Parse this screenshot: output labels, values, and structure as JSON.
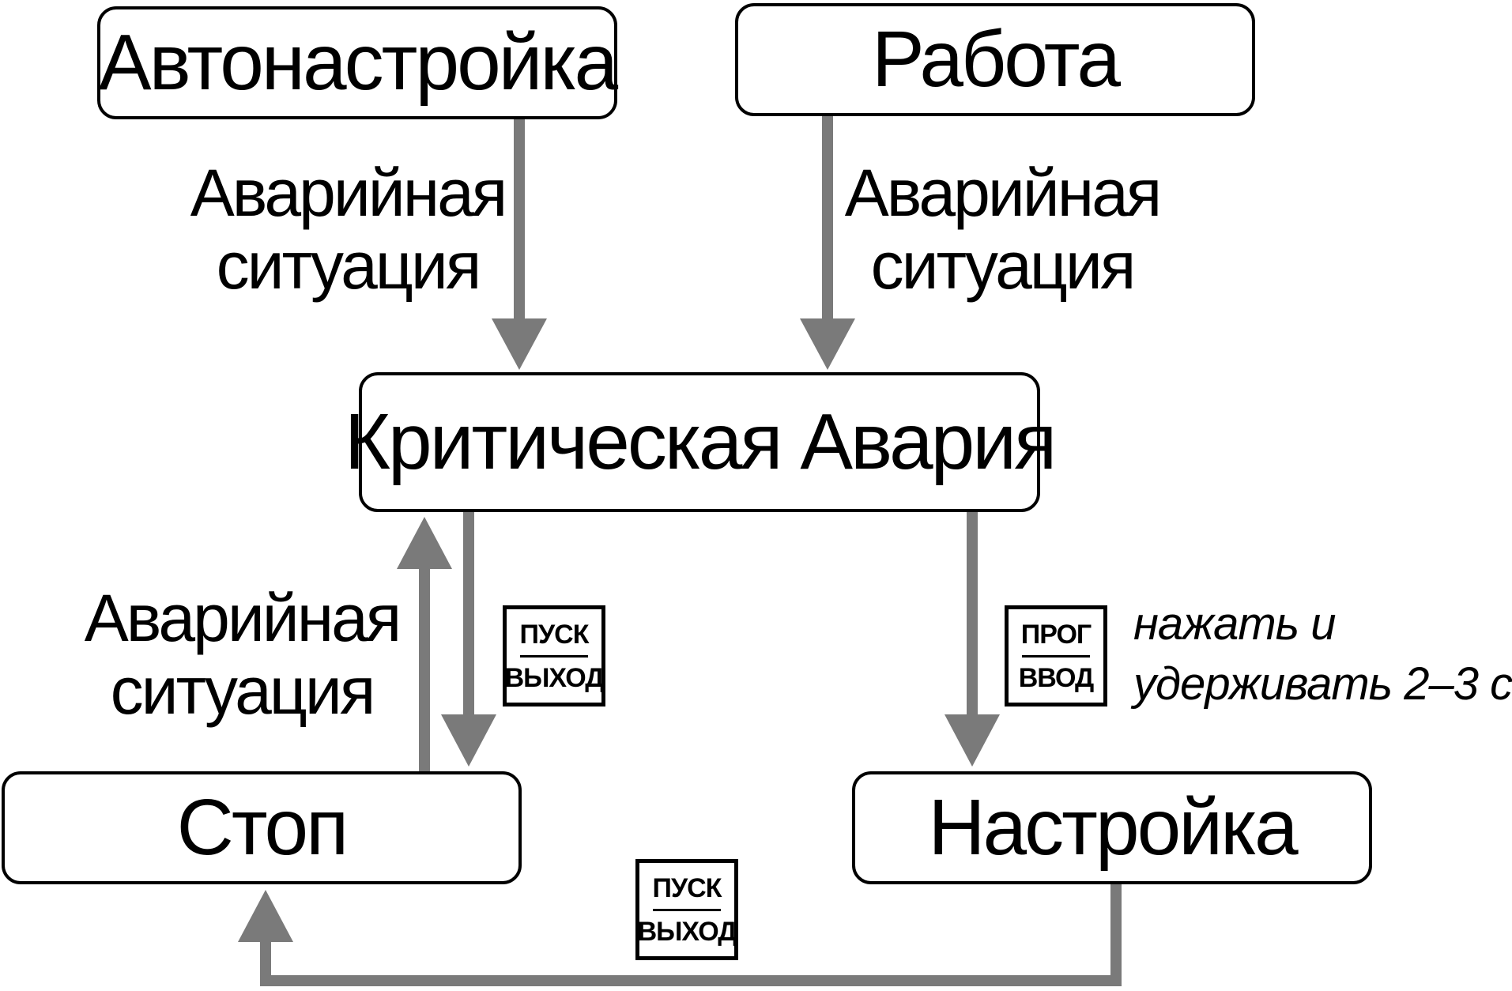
{
  "colors": {
    "arrow": "#7a7a7a",
    "border": "#000000",
    "background": "#ffffff"
  },
  "nodes": {
    "autotune": "Автонастройка",
    "work": "Работа",
    "critical": "Критическая Авария",
    "stop": "Стоп",
    "setup": "Настройка"
  },
  "edge_labels": {
    "emergency_line1": "Аварийная",
    "emergency_line2": "ситуация"
  },
  "keys": {
    "start_exit_top": "ПУСК",
    "start_exit_bottom": "ВЫХОД",
    "prog_enter_top": "ПРОГ",
    "prog_enter_bottom": "ВВОД"
  },
  "hint": {
    "line1": "нажать и",
    "line2": "удерживать 2–3 с"
  }
}
